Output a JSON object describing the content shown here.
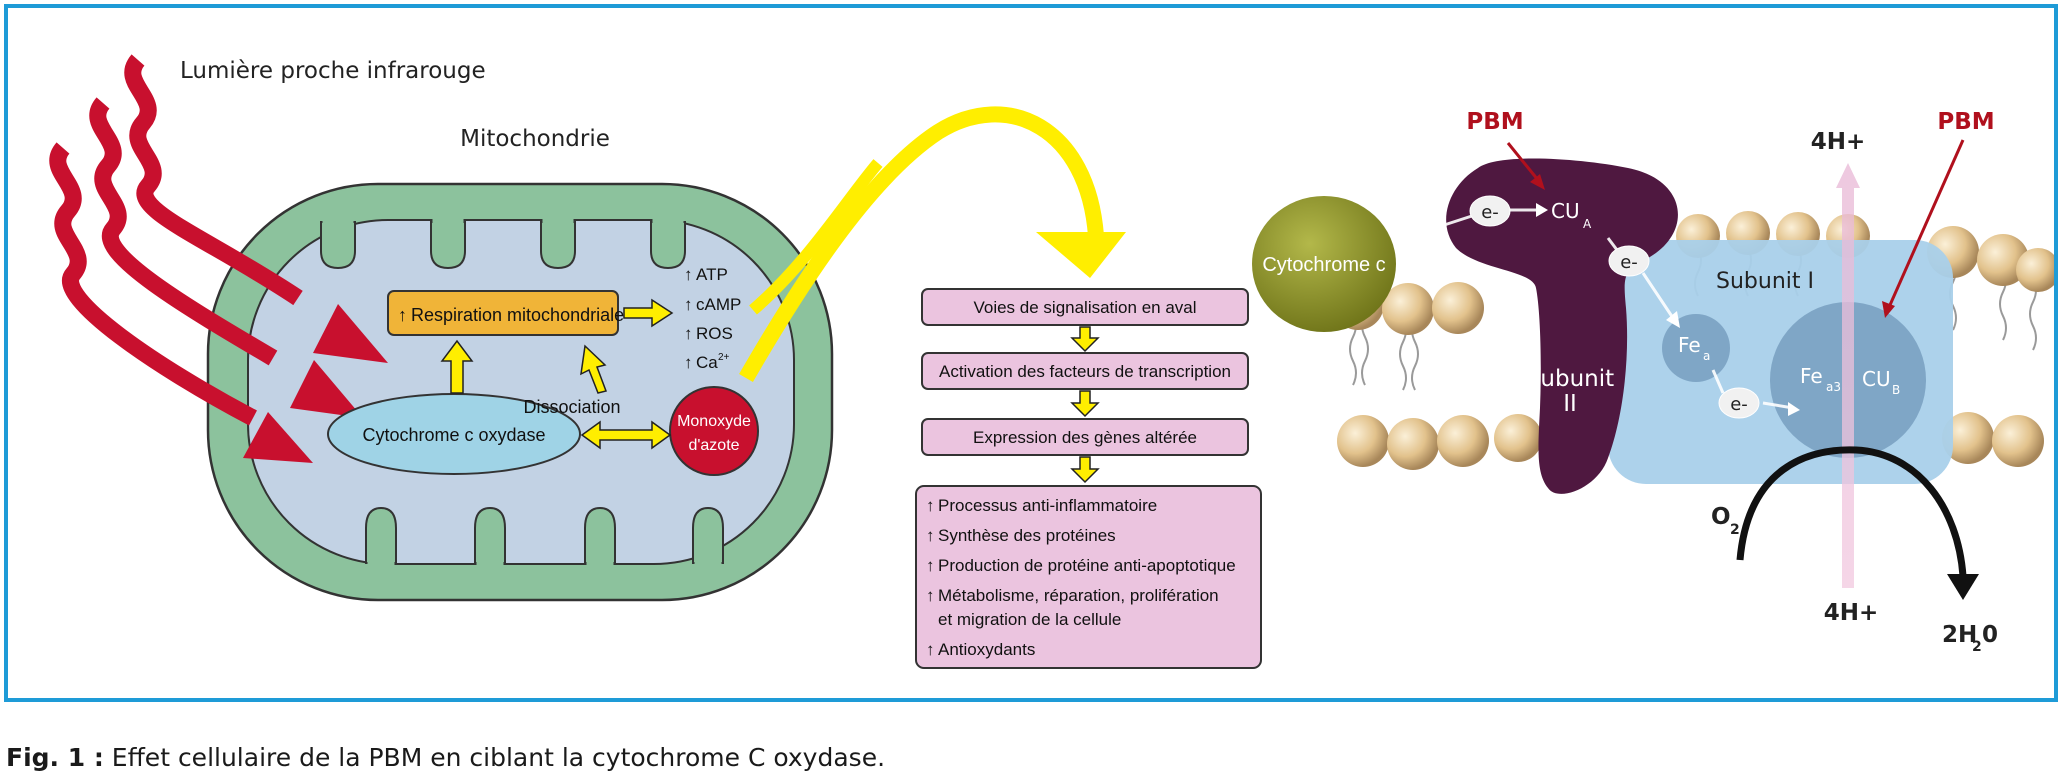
{
  "figure": {
    "light_label": "Lumière proche infrarouge",
    "mito_label": "Mitochondrie",
    "respiration_label": "Respiration mitochondriale",
    "cco_label": "Cytochrome c oxydase",
    "dissociation_label": "Dissociation",
    "no_label_1": "Monoxyde",
    "no_label_2": "d'azote",
    "increases": [
      "ATP",
      "cAMP",
      "ROS",
      "Ca"
    ],
    "ca_superscript": "2+",
    "flow_steps": [
      "Voies de signalisation en aval",
      "Activation des facteurs de transcription",
      "Expression des gènes altérée"
    ],
    "effects": [
      "Processus anti-inflammatoire",
      "Synthèse des protéines",
      "Production de protéine anti-apoptotique",
      "Métabolisme, réparation, prolifération",
      "Antioxydants"
    ],
    "effects_continuation": "et migration de la cellule",
    "complex": {
      "pbm_left": "PBM",
      "pbm_right": "PBM",
      "cytochrome_c": "Cytochrome c",
      "electron": "e-",
      "cu_a": "CU",
      "cu_a_sub": "A",
      "subunit_1": "Subunit I",
      "subunit_2_line1": "Subunit",
      "subunit_2_line2": "II",
      "fe_a": "Fe",
      "fe_a_sub": "a",
      "fe_a3": "Fe",
      "fe_a3_sub": "a3",
      "cu_b": "CU",
      "cu_b_sub": "B",
      "h_top": "4H+",
      "h_bottom": "4H+",
      "o2": "O",
      "o2_sub": "2",
      "water_pre": "2H",
      "water_sub": "2",
      "water_post": "0"
    }
  },
  "caption": {
    "label": "Fig. 1 :",
    "text": " Effet cellulaire de la PBM en ciblant la cytochrome C oxydase."
  },
  "colors": {
    "frame": "#1e9bd7",
    "light_wave": "#c8102e",
    "arrow_yellow": "#ffee00",
    "mito_outer": "#8cc29d",
    "mito_inner": "#c2d2e4",
    "respiration_box": "#f0b438",
    "cco_ellipse": "#9fd3e6",
    "nitric_oxide": "#c8102e",
    "flow_box": "#ebc4df",
    "cytochrome_c": "#8a8f25",
    "subunit_2": "#4f1840",
    "subunit_1": "#a9d0ea",
    "pbm_text": "#b0101d"
  }
}
